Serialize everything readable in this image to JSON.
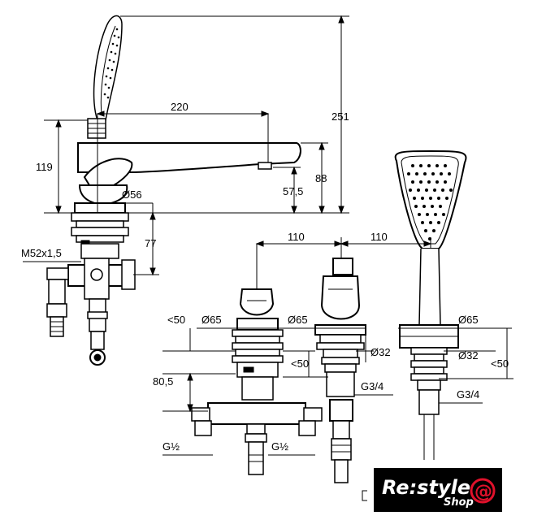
{
  "dimensions": {
    "d220": "220",
    "d251": "251",
    "d119": "119",
    "d88": "88",
    "d57_5": "57,5",
    "d56": "Ø56",
    "d77": "77",
    "thread_main": "M52x1,5",
    "d110a": "110",
    "d110b": "110",
    "lt50_left": "<50",
    "d65_a": "Ø65",
    "d65_b": "Ø65",
    "d65_c": "Ø65",
    "lt50_mid": "<50",
    "d80_5": "80,5",
    "d32_a": "Ø32",
    "d32_b": "Ø32",
    "lt50_right": "<50",
    "g34_a": "G3/4",
    "g34_b": "G3/4",
    "g12_a": "G½",
    "g12_b": "G½"
  },
  "logo": {
    "main": "Re:style",
    "sub": "Shop",
    "mark": "@"
  },
  "colors": {
    "ink": "#000000",
    "background": "#ffffff",
    "logo_accent": "#e0112b"
  }
}
